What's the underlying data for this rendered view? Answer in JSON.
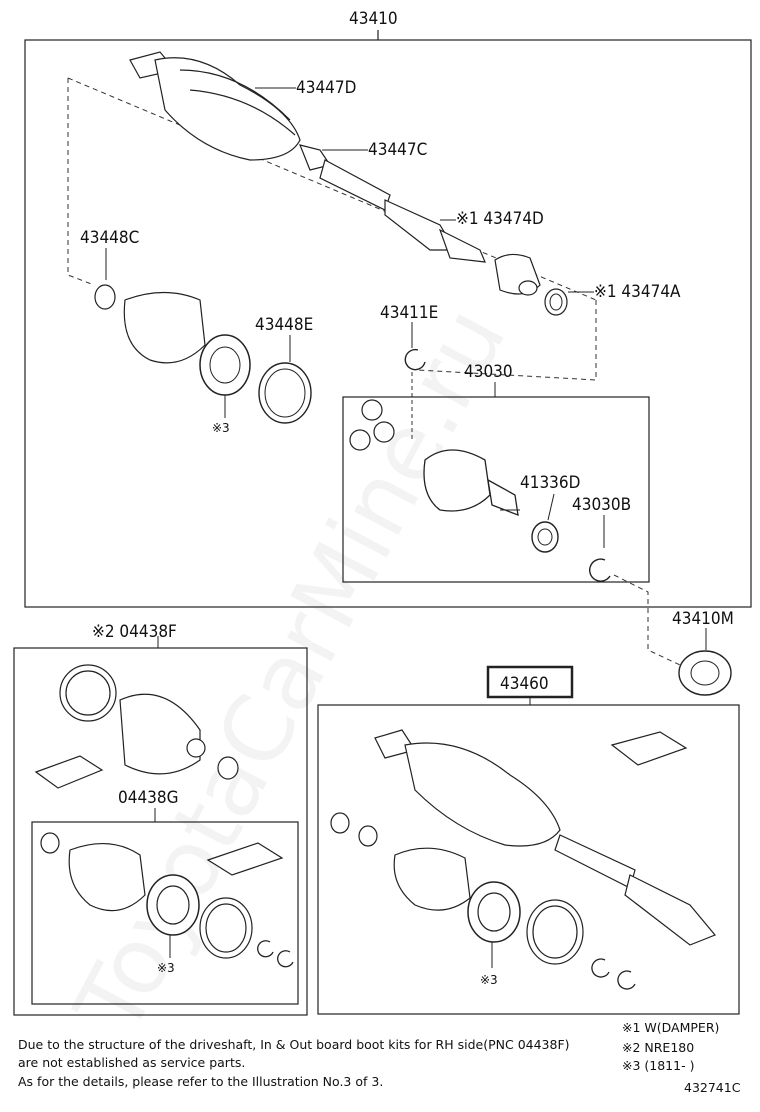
{
  "parts": {
    "p43410": "43410",
    "p43447D": "43447D",
    "p43447C": "43447C",
    "p43474D": "※1 43474D",
    "p43474A": "※1 43474A",
    "p43448C": "43448C",
    "p43448E": "43448E",
    "p43411E": "43411E",
    "p43030": "43030",
    "p41336D": "41336D",
    "p43030B": "43030B",
    "p43410M": "43410M",
    "p04438F": "※2 04438F",
    "p04438G": "04438G",
    "p43460": "43460",
    "mark3": "※3"
  },
  "watermark": "ToyotaCarMine.ru",
  "notes": {
    "line1": "Due to the structure of the driveshaft, In & Out board boot kits for RH side(PNC 04438F)",
    "line2": "are not established as service parts.",
    "line3": "As for the details, please refer to the Illustration No.3 of 3."
  },
  "legend": {
    "m1": "※1 W(DAMPER)",
    "m2": "※2 NRE180",
    "m3": "※3 (1811-      )"
  },
  "diagram_id": "432741C"
}
